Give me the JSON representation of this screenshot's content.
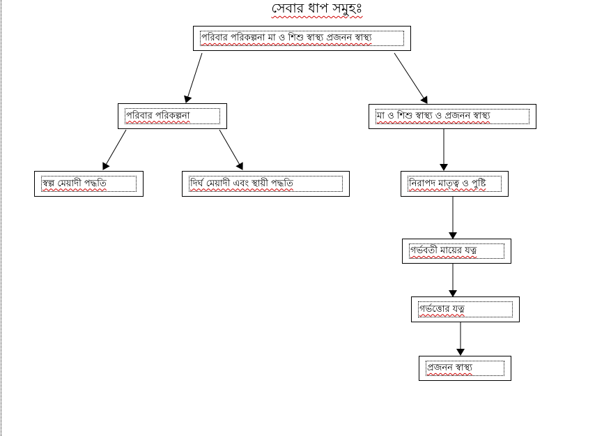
{
  "diagram": {
    "title": "সেবার ধাপ সমুহঃ",
    "nodes": {
      "root": "পরিবার পরিকল্পনা মা ও শিশু স্বাস্থ্য প্রজনন স্বাস্থ্য",
      "family_planning": "পরিবার পরিকল্পনা",
      "mother_child_health": "মা ও শিশু স্বাস্থ্য  ও প্রজনন  স্বাস্থ্য",
      "short_term_method": "স্বল্প মেয়াদী পদ্ধতি",
      "long_term_permanent_method": "দির্ঘ মেয়াদী এবং স্থায়ী পদ্ধতি",
      "safe_motherhood_nutrition": "নিরাপদ মাতৃত্ব ও পুষ্টি",
      "pregnant_mother_care": "গর্ভবতী মায়ের যত্ন",
      "postnatal_care": "গর্ভত্তোর যত্ন",
      "reproductive_health": "প্রজনন  স্বাস্থ্য"
    },
    "edges": [
      {
        "from": "root",
        "to": "family_planning"
      },
      {
        "from": "root",
        "to": "mother_child_health"
      },
      {
        "from": "family_planning",
        "to": "short_term_method"
      },
      {
        "from": "family_planning",
        "to": "long_term_permanent_method"
      },
      {
        "from": "mother_child_health",
        "to": "safe_motherhood_nutrition"
      },
      {
        "from": "safe_motherhood_nutrition",
        "to": "pregnant_mother_care"
      },
      {
        "from": "pregnant_mother_care",
        "to": "postnatal_care"
      },
      {
        "from": "postnatal_care",
        "to": "reproductive_health"
      }
    ],
    "colors": {
      "line": "#000000",
      "spellcheck_underline": "#d00000"
    }
  }
}
